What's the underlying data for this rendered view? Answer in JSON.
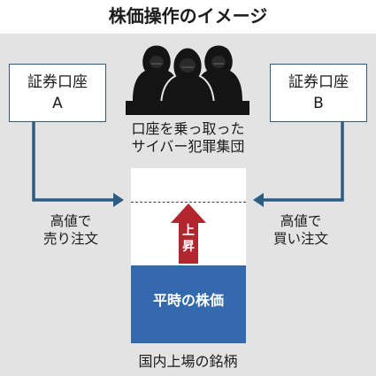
{
  "title": "株価操作のイメージ",
  "accounts": {
    "a": {
      "line1": "証券口座",
      "line2": "A"
    },
    "b": {
      "line1": "証券口座",
      "line2": "B"
    }
  },
  "hackers_caption": {
    "line1": "口座を乗っ取った",
    "line2": "サイバー犯罪集団"
  },
  "left_action": {
    "line1": "高値で",
    "line2": "売り注文"
  },
  "right_action": {
    "line1": "高値で",
    "line2": "買い注文"
  },
  "rise": {
    "line1": "上",
    "line2": "昇"
  },
  "normal_price": "平時の株価",
  "bottom_label": "国内上場の銘柄",
  "colors": {
    "accent_blue": "#3469ad",
    "arrow_blue": "#2e5b80",
    "rise_red": "#b3262e",
    "panel_gray": "#e3e3e3",
    "hacker_black": "#141414"
  }
}
